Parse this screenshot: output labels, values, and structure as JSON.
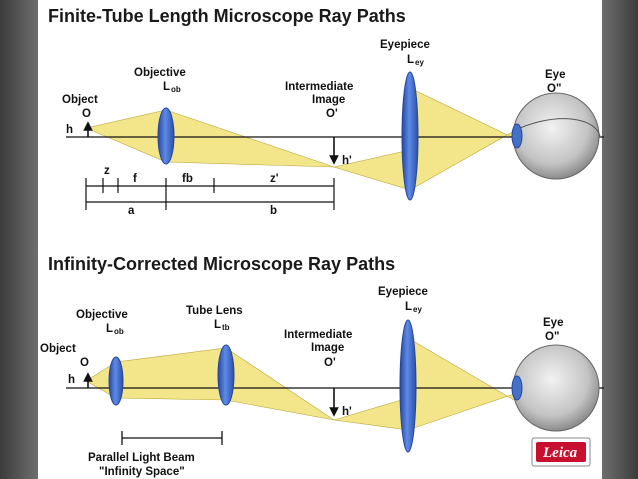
{
  "colors": {
    "beam": "#f3e58a",
    "beam_edge": "#b9a83a",
    "lens": "#3f6fd6",
    "lens_edge": "#27479a",
    "eye_ball": "#c9c9c9",
    "logo_red": "#c8102e"
  },
  "top": {
    "title": "Finite-Tube Length Microscope Ray Paths",
    "object_label": "Object",
    "object_symbol": "O",
    "h": "h",
    "objective_label": "Objective",
    "objective_symbol": "L",
    "objective_sub": "ob",
    "intermediate_label_1": "Intermediate",
    "intermediate_label_2": "Image",
    "intermediate_symbol": "O'",
    "h_prime": "h'",
    "eyepiece_label": "Eyepiece",
    "eyepiece_symbol": "L",
    "eyepiece_sub": "ey",
    "eye_label": "Eye",
    "eye_symbol": "O\"",
    "dims": {
      "z": "z",
      "f": "f",
      "fb": "fb",
      "zprime": "z'",
      "a": "a",
      "b": "b"
    }
  },
  "bottom": {
    "title": "Infinity-Corrected Microscope Ray Paths",
    "object_label": "Object",
    "object_symbol": "O",
    "h": "h",
    "objective_label": "Objective",
    "objective_symbol": "L",
    "objective_sub": "ob",
    "tube_lens_label": "Tube Lens",
    "tube_lens_symbol": "L",
    "tube_lens_sub": "tb",
    "intermediate_label_1": "Intermediate",
    "intermediate_label_2": "Image",
    "intermediate_symbol": "O'",
    "h_prime": "h'",
    "eyepiece_label": "Eyepiece",
    "eyepiece_symbol": "L",
    "eyepiece_sub": "ey",
    "eye_label": "Eye",
    "eye_symbol": "O\"",
    "beam_caption_1": "Parallel Light Beam",
    "beam_caption_2": "\"Infinity Space\""
  },
  "logo": "Leica"
}
